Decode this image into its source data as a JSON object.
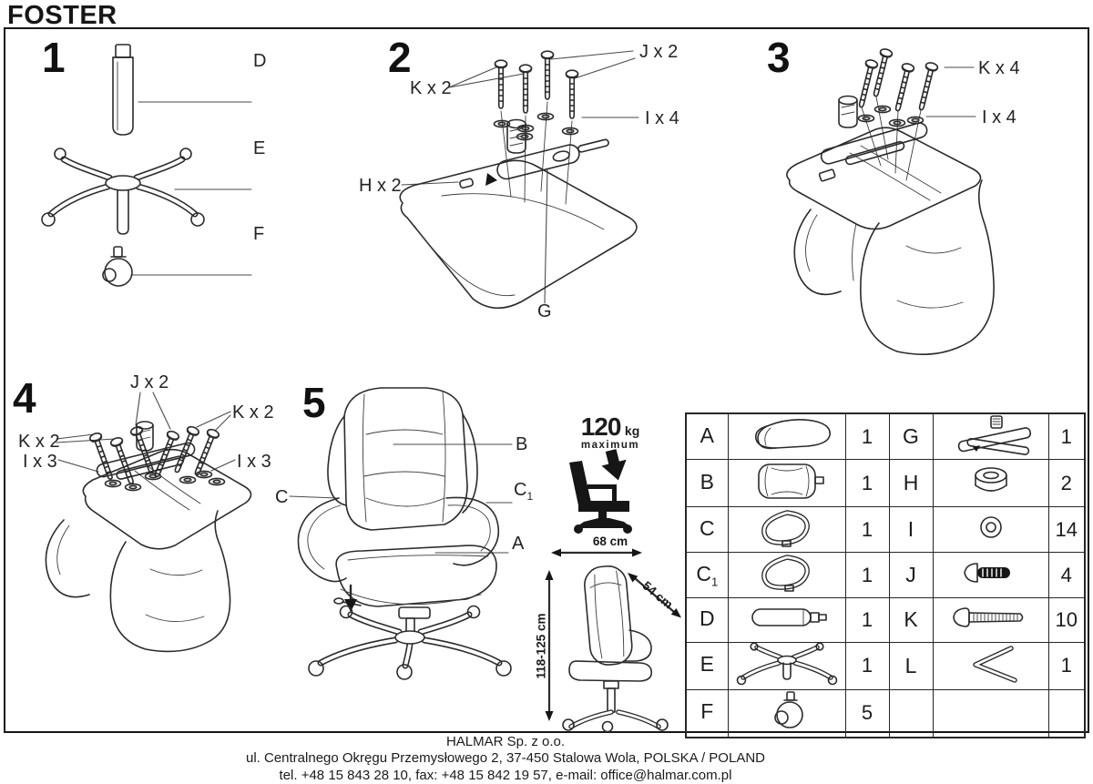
{
  "title": "FOSTER",
  "steps": {
    "step1": {
      "number": "1",
      "label_d": "D",
      "label_e": "E",
      "label_f": "F"
    },
    "step2": {
      "number": "2",
      "label_k": "K x 2",
      "label_j": "J x 2",
      "label_i": "I x 4",
      "label_h": "H x 2",
      "label_g": "G"
    },
    "step3": {
      "number": "3",
      "label_k": "K x 4",
      "label_i": "I x 4"
    },
    "step4": {
      "number": "4",
      "label_j": "J x 2",
      "label_k_left": "K x 2",
      "label_k_right": "K x 2",
      "label_i_left": "I x 3",
      "label_i_right": "I x 3"
    },
    "step5": {
      "number": "5",
      "label_b": "B",
      "label_c": "C",
      "label_c1_letter": "C",
      "label_c1_sub": "1",
      "label_a": "A"
    }
  },
  "specs": {
    "max_weight_value": "120",
    "max_weight_unit": "kg",
    "max_weight_caption": "maximum",
    "width_label": "68 cm",
    "depth_label": "54 cm",
    "height_label": "118-125 cm"
  },
  "parts_table": {
    "rows": [
      {
        "l_letter": "A",
        "l_sub": "",
        "l_icon": "seat-part-icon",
        "l_qty": "1",
        "r_letter": "G",
        "r_icon": "mechanism-part-icon",
        "r_qty": "1"
      },
      {
        "l_letter": "B",
        "l_sub": "",
        "l_icon": "backrest-part-icon",
        "l_qty": "1",
        "r_letter": "H",
        "r_icon": "bushing-part-icon",
        "r_qty": "2"
      },
      {
        "l_letter": "C",
        "l_sub": "",
        "l_icon": "armrest-part-icon",
        "l_qty": "1",
        "r_letter": "I",
        "r_icon": "washer-part-icon",
        "r_qty": "14"
      },
      {
        "l_letter": "C",
        "l_sub": "1",
        "l_icon": "armrest-part-icon",
        "l_qty": "1",
        "r_letter": "J",
        "r_icon": "bolt-part-icon",
        "r_qty": "4"
      },
      {
        "l_letter": "D",
        "l_sub": "",
        "l_icon": "gas-lift-part-icon",
        "l_qty": "1",
        "r_letter": "K",
        "r_icon": "screw-part-icon",
        "r_qty": "10"
      },
      {
        "l_letter": "E",
        "l_sub": "",
        "l_icon": "star-base-part-icon",
        "l_qty": "1",
        "r_letter": "L",
        "r_icon": "allen-key-part-icon",
        "r_qty": "1"
      },
      {
        "l_letter": "F",
        "l_sub": "",
        "l_icon": "caster-part-icon",
        "l_qty": "5",
        "r_letter": "",
        "r_icon": "",
        "r_qty": ""
      }
    ]
  },
  "footer": {
    "company": "HALMAR Sp. z o.o.",
    "address": "ul. Centralnego Okręgu Przemysłowego 2, 37-450 Stalowa Wola, POLSKA / POLAND",
    "contact": "tel. +48 15 843 28 10, fax: +48 15 842 19 57, e-mail: office@halmar.com.pl"
  },
  "colors": {
    "ink": "#1c1c1c",
    "paper": "#ffffff"
  }
}
